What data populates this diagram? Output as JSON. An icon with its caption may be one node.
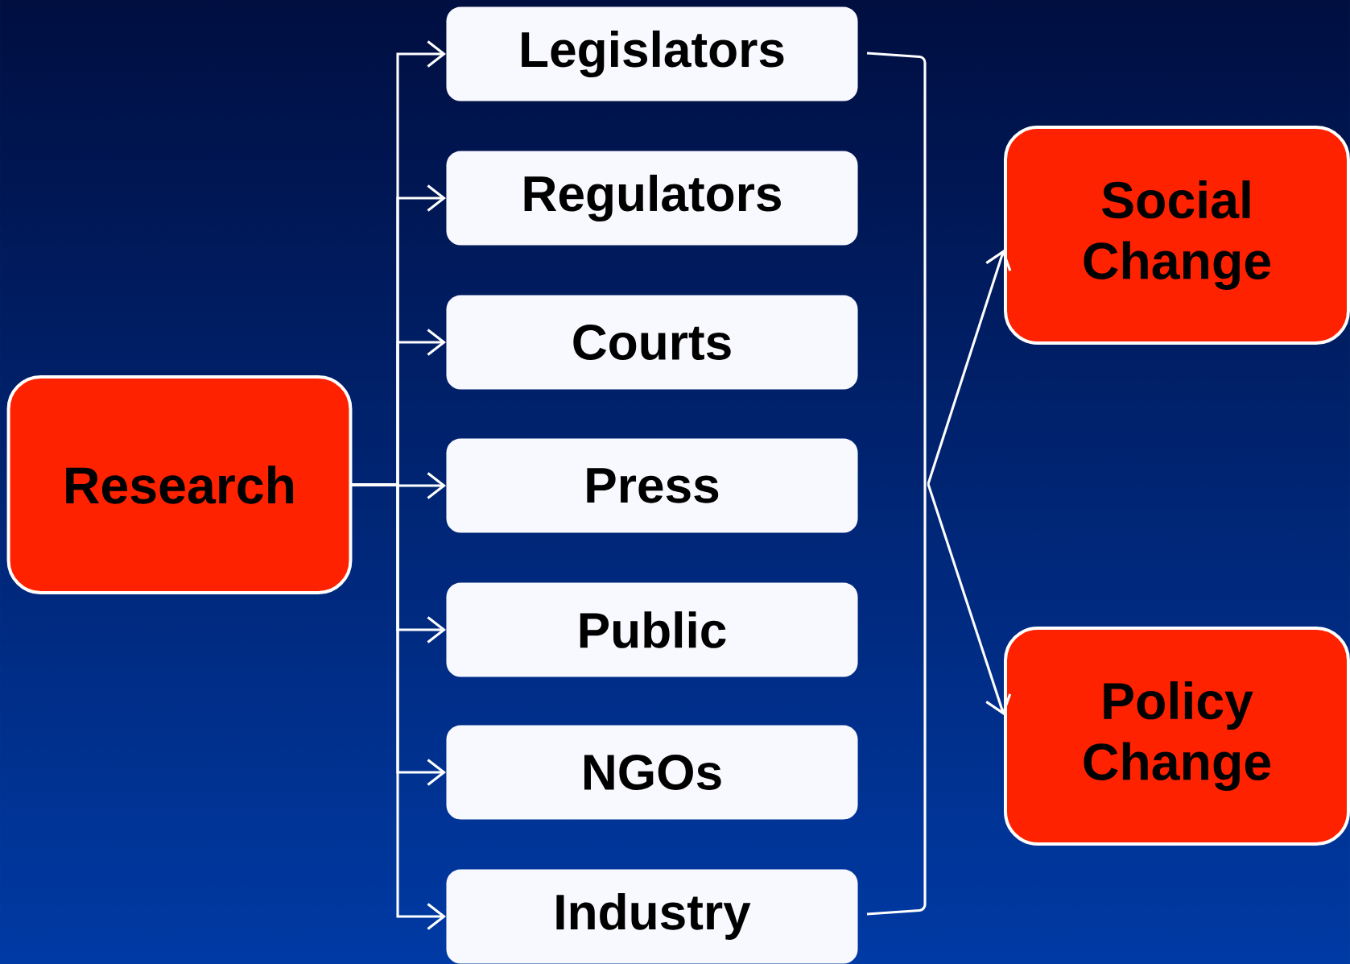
{
  "diagram": {
    "nodes": [
      {
        "text": [
          "Research"
        ]
      },
      {
        "text": [
          "Legislators"
        ]
      },
      {
        "text": [
          "Regulators"
        ]
      },
      {
        "text": [
          "Courts"
        ]
      },
      {
        "text": [
          "Press"
        ]
      },
      {
        "text": [
          "Public"
        ]
      },
      {
        "text": [
          "NGOs"
        ]
      },
      {
        "text": [
          "Industry"
        ]
      },
      {
        "text": [
          "Social Change"
        ]
      },
      {
        "text": [
          "Policy Change"
        ]
      },
      {
        "text": [],
        "shape": "bracket"
      }
    ],
    "edges": [
      {
        "from": 0,
        "to": 1,
        "arrow": "to"
      },
      {
        "from": 0,
        "to": 2,
        "arrow": "to"
      },
      {
        "from": 0,
        "to": 3,
        "arrow": "to"
      },
      {
        "from": 0,
        "to": 4,
        "arrow": "to"
      },
      {
        "from": 0,
        "to": 5,
        "arrow": "to"
      },
      {
        "from": 0,
        "to": 6,
        "arrow": "to"
      },
      {
        "from": 0,
        "to": 7,
        "arrow": "to"
      },
      {
        "from": 10,
        "to": 8,
        "arrow": "to"
      },
      {
        "from": 10,
        "to": 9,
        "arrow": "to"
      }
    ]
  }
}
